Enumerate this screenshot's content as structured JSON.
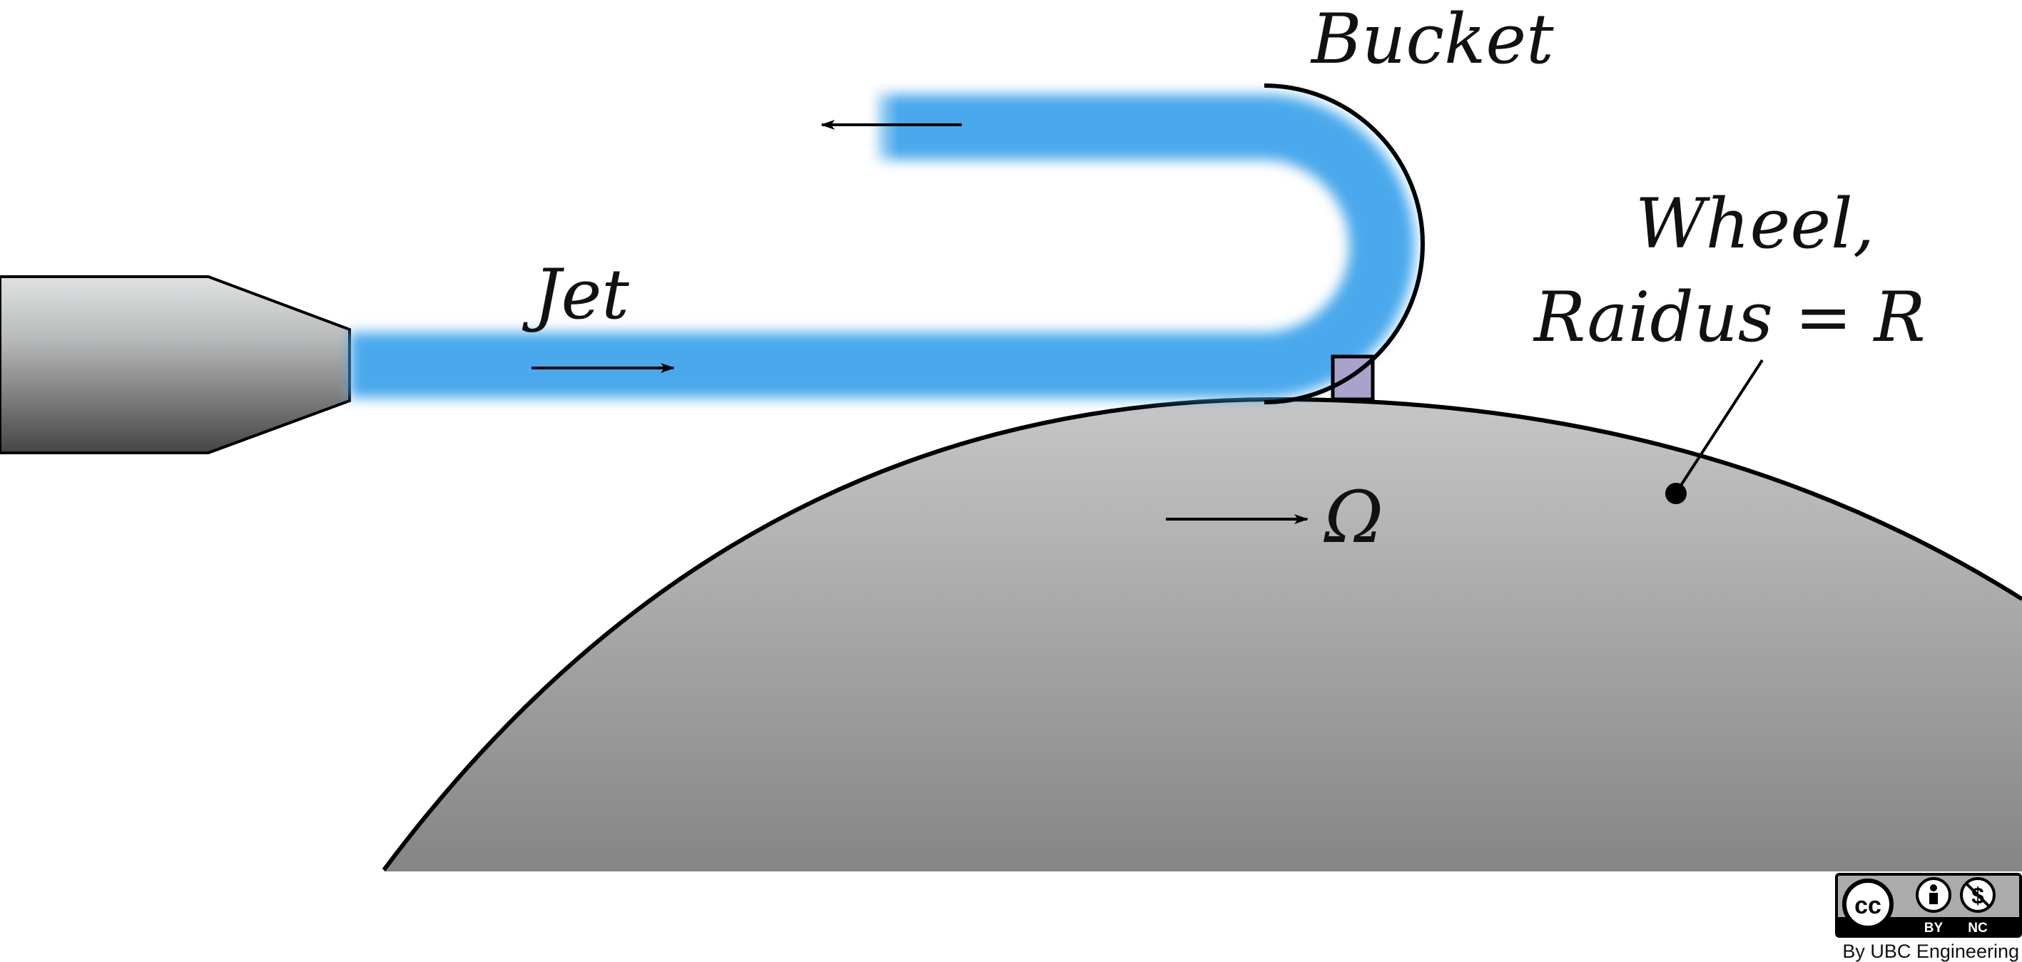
{
  "labels": {
    "bucket": "Bucket",
    "jet": "Jet",
    "wheel_line1": "Wheel,",
    "wheel_line2": "Raidus = R",
    "omega": "Ω"
  },
  "license": {
    "cc": "cc",
    "by": "BY",
    "nc": "NC",
    "credit": "By UBC Engineering"
  },
  "colors": {
    "water": "#4aa9ec",
    "wheel_top": "#c4c4c4",
    "wheel_bottom": "#868686",
    "nozzle_light": "#d9dbdc",
    "nozzle_dark": "#4b4b4b",
    "bucket_base": "#a9a3cc",
    "outline": "#000000"
  },
  "icons": [
    "nozzle-icon",
    "bucket-icon",
    "wheel-icon",
    "arrow-icon",
    "cc-license-icon"
  ]
}
